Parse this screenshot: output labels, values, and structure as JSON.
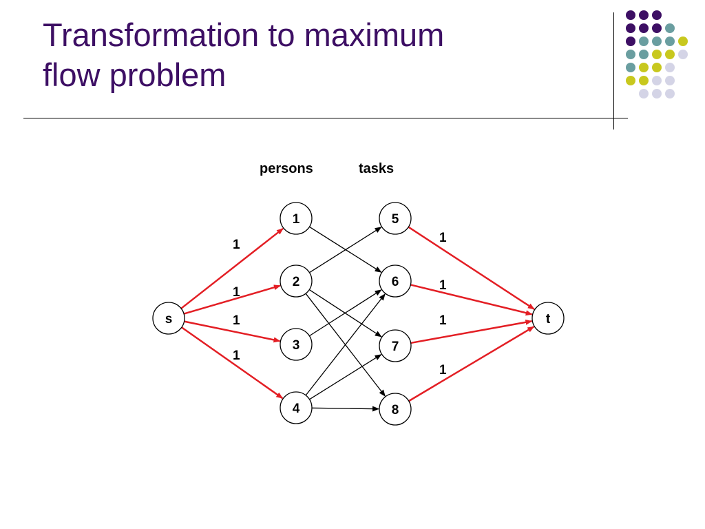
{
  "slide": {
    "title_line1": "Transformation to maximum",
    "title_line2": "flow problem"
  },
  "colors": {
    "title": "#3d0f64",
    "flow_edge": "#e31e24",
    "plain_edge": "#000000",
    "dot_purple": "#3d0f64",
    "dot_teal": "#6a9ea0",
    "dot_yellow": "#c8c81e",
    "dot_lavender": "#d4d4e6"
  },
  "diagram": {
    "column_labels": {
      "persons": "persons",
      "tasks": "tasks"
    },
    "nodes": [
      {
        "id": "s",
        "label": "s"
      },
      {
        "id": "1",
        "label": "1"
      },
      {
        "id": "2",
        "label": "2"
      },
      {
        "id": "3",
        "label": "3"
      },
      {
        "id": "4",
        "label": "4"
      },
      {
        "id": "5",
        "label": "5"
      },
      {
        "id": "6",
        "label": "6"
      },
      {
        "id": "7",
        "label": "7"
      },
      {
        "id": "8",
        "label": "8"
      },
      {
        "id": "t",
        "label": "t"
      }
    ],
    "edges": [
      {
        "from": "s",
        "to": "1",
        "kind": "flow"
      },
      {
        "from": "s",
        "to": "2",
        "kind": "flow"
      },
      {
        "from": "s",
        "to": "3",
        "kind": "flow"
      },
      {
        "from": "s",
        "to": "4",
        "kind": "flow"
      },
      {
        "from": "1",
        "to": "6",
        "kind": "plain"
      },
      {
        "from": "2",
        "to": "5",
        "kind": "plain"
      },
      {
        "from": "2",
        "to": "7",
        "kind": "plain"
      },
      {
        "from": "2",
        "to": "8",
        "kind": "plain"
      },
      {
        "from": "3",
        "to": "6",
        "kind": "plain"
      },
      {
        "from": "4",
        "to": "6",
        "kind": "plain"
      },
      {
        "from": "4",
        "to": "7",
        "kind": "plain"
      },
      {
        "from": "4",
        "to": "8",
        "kind": "plain"
      },
      {
        "from": "5",
        "to": "t",
        "kind": "flow"
      },
      {
        "from": "6",
        "to": "t",
        "kind": "flow"
      },
      {
        "from": "7",
        "to": "t",
        "kind": "flow"
      },
      {
        "from": "8",
        "to": "t",
        "kind": "flow"
      }
    ],
    "edge_labels": [
      "1",
      "1",
      "1",
      "1",
      "1",
      "1",
      "1",
      "1"
    ]
  },
  "decoration": {
    "dot_grid": [
      [
        "purple",
        "purple",
        "purple"
      ],
      [
        "purple",
        "purple",
        "purple",
        "teal"
      ],
      [
        "purple",
        "teal",
        "teal",
        "teal",
        "yellow"
      ],
      [
        "teal",
        "teal",
        "yellow",
        "yellow",
        "lavender"
      ],
      [
        "teal",
        "yellow",
        "yellow",
        "lavender"
      ],
      [
        "yellow",
        "yellow",
        "lavender",
        "lavender"
      ],
      [
        "lavender",
        "lavender",
        "lavender"
      ]
    ]
  }
}
